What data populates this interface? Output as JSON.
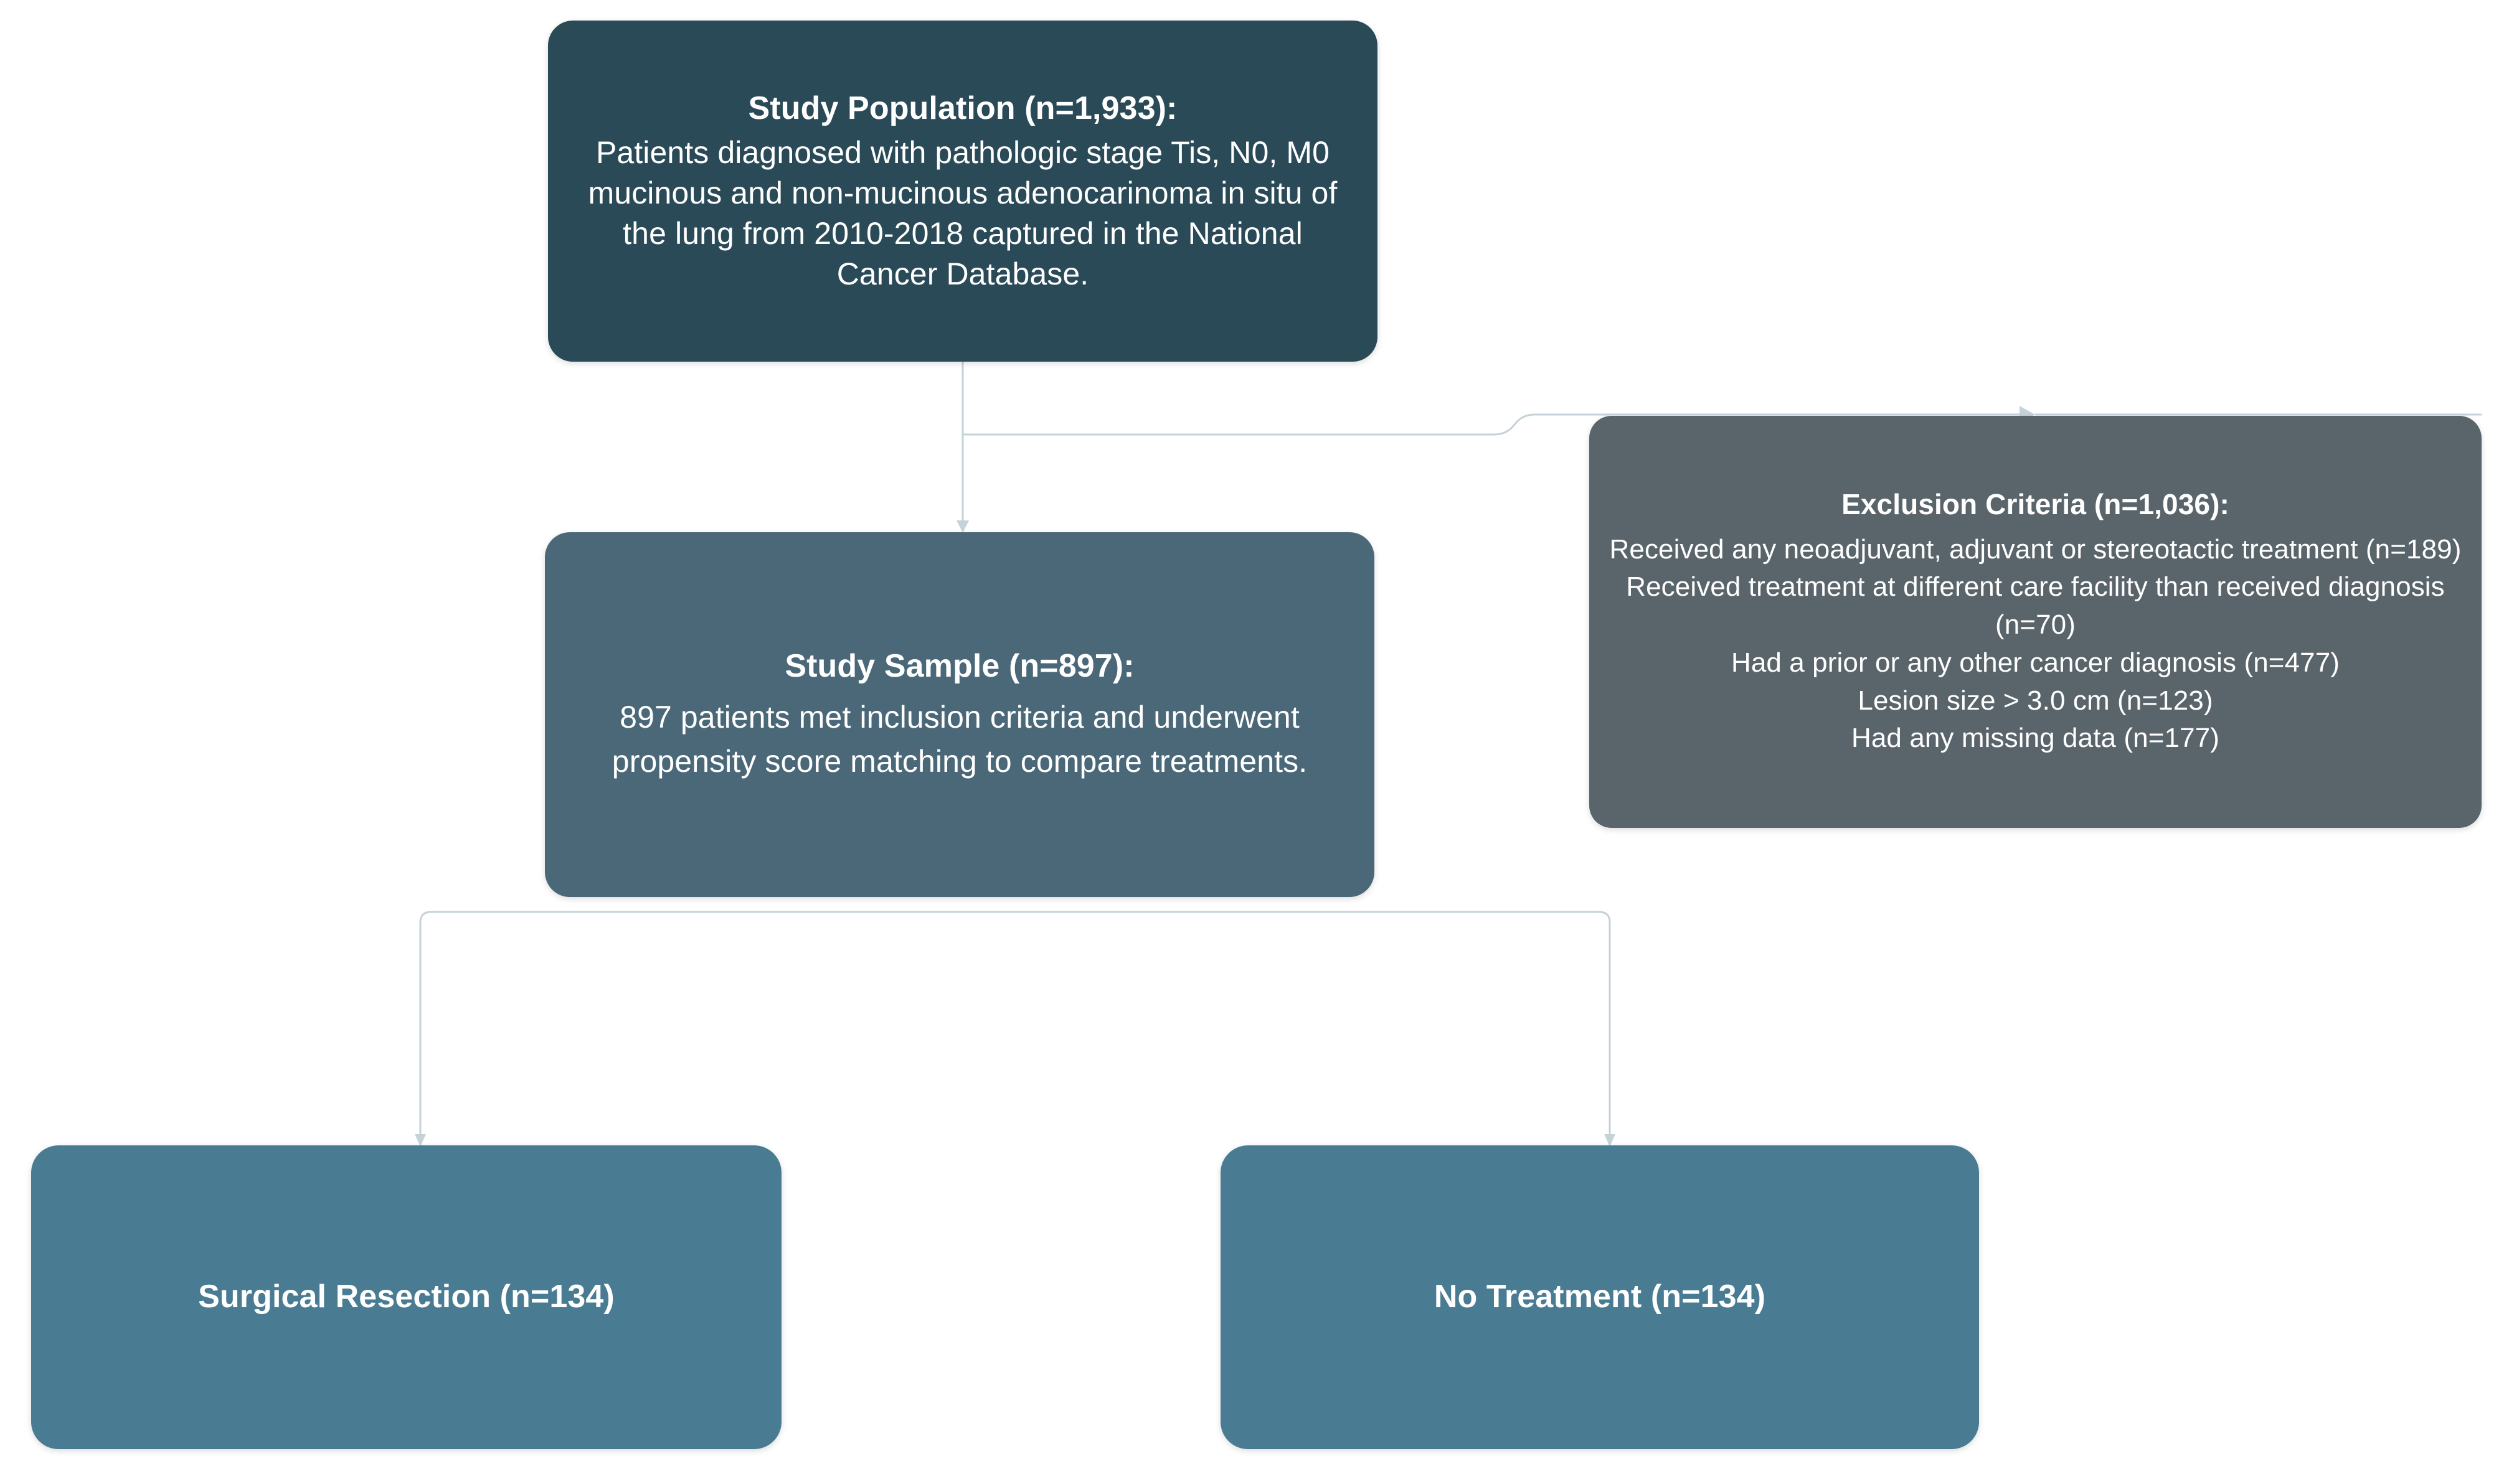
{
  "diagram": {
    "type": "study-flow-consort-diagram",
    "colors": {
      "study_population_bg": "#2A4A57",
      "study_sample_bg": "#4A6878",
      "exclusion_bg": "#5A656B",
      "outcome_bg": "#497C93",
      "connector": "#C5D2D8",
      "text": "#FFFFFF",
      "background": "#FFFFFF"
    },
    "nodes": {
      "study_population": {
        "title": "Study Population (n=1,933):",
        "body": "Patients diagnosed with pathologic stage Tis, N0, M0 mucinous and non-mucinous adenocarinoma in situ of the lung from 2010-2018 captured in the National Cancer Database.",
        "n": 1933
      },
      "study_sample": {
        "title": "Study Sample (n=897):",
        "body": "897 patients met inclusion criteria and underwent propensity score matching to compare treatments.",
        "n": 897
      },
      "exclusion_criteria": {
        "title": "Exclusion Criteria (n=1,036):",
        "n": 1036,
        "items": [
          "Received any neoadjuvant, adjuvant or stereotactic treatment (n=189)",
          "Received treatment at different care facility than received diagnosis (n=70)",
          "Had a prior or any other cancer diagnosis (n=477)",
          "Lesion size > 3.0 cm (n=123)",
          "Had any missing data (n=177)"
        ]
      },
      "surgical_resection": {
        "title": "Surgical Resection (n=134)",
        "n": 134
      },
      "no_treatment": {
        "title": "No Treatment (n=134)",
        "n": 134
      }
    }
  }
}
